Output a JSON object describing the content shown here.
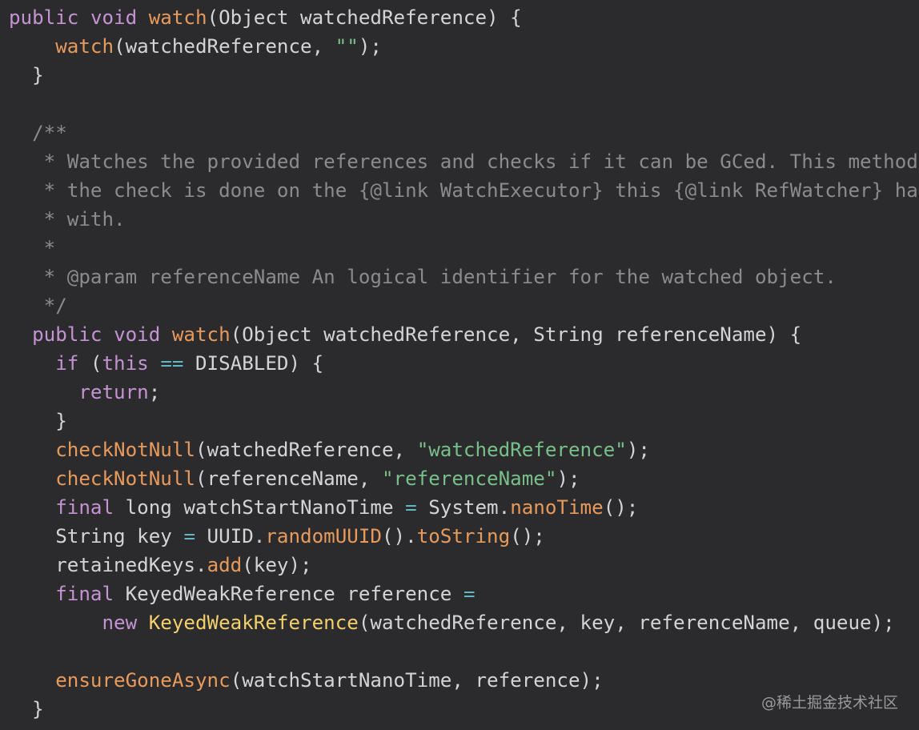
{
  "code_view": {
    "language": "java",
    "colors": {
      "background": "#2b2b2d",
      "plain": "#d4d4d4",
      "keyword": "#c593d3",
      "method": "#e89a5c",
      "class": "#f2d06b",
      "string": "#78c08a",
      "comment": "#8b8b8b",
      "operator": "#5fb8c2"
    },
    "lines": [
      [
        [
          "keyword",
          "public"
        ],
        [
          "plain",
          " "
        ],
        [
          "keyword",
          "void"
        ],
        [
          "plain",
          " "
        ],
        [
          "method",
          "watch"
        ],
        [
          "plain",
          "(Object watchedReference) {"
        ]
      ],
      [
        [
          "plain",
          "    "
        ],
        [
          "method",
          "watch"
        ],
        [
          "plain",
          "(watchedReference, "
        ],
        [
          "string",
          "\"\""
        ],
        [
          "plain",
          ");"
        ]
      ],
      [
        [
          "plain",
          "  }"
        ]
      ],
      [
        [
          "plain",
          ""
        ]
      ],
      [
        [
          "comment",
          "  /**"
        ]
      ],
      [
        [
          "comment",
          "   * Watches the provided references and checks if it can be GCed. This method"
        ]
      ],
      [
        [
          "comment",
          "   * the check is done on the {@link WatchExecutor} this {@link RefWatcher} has"
        ]
      ],
      [
        [
          "comment",
          "   * with."
        ]
      ],
      [
        [
          "comment",
          "   *"
        ]
      ],
      [
        [
          "comment",
          "   * @param referenceName An logical identifier for the watched object."
        ]
      ],
      [
        [
          "comment",
          "   */"
        ]
      ],
      [
        [
          "plain",
          "  "
        ],
        [
          "keyword",
          "public"
        ],
        [
          "plain",
          " "
        ],
        [
          "keyword",
          "void"
        ],
        [
          "plain",
          " "
        ],
        [
          "method",
          "watch"
        ],
        [
          "plain",
          "(Object watchedReference, String referenceName) {"
        ]
      ],
      [
        [
          "plain",
          "    "
        ],
        [
          "keyword",
          "if"
        ],
        [
          "plain",
          " ("
        ],
        [
          "keyword",
          "this"
        ],
        [
          "plain",
          " "
        ],
        [
          "operator",
          "=="
        ],
        [
          "plain",
          " DISABLED) {"
        ]
      ],
      [
        [
          "plain",
          "      "
        ],
        [
          "keyword",
          "return"
        ],
        [
          "plain",
          ";"
        ]
      ],
      [
        [
          "plain",
          "    }"
        ]
      ],
      [
        [
          "plain",
          "    "
        ],
        [
          "method",
          "checkNotNull"
        ],
        [
          "plain",
          "(watchedReference, "
        ],
        [
          "string",
          "\"watchedReference\""
        ],
        [
          "plain",
          ");"
        ]
      ],
      [
        [
          "plain",
          "    "
        ],
        [
          "method",
          "checkNotNull"
        ],
        [
          "plain",
          "(referenceName, "
        ],
        [
          "string",
          "\"referenceName\""
        ],
        [
          "plain",
          ");"
        ]
      ],
      [
        [
          "plain",
          "    "
        ],
        [
          "keyword",
          "final"
        ],
        [
          "plain",
          " long watchStartNanoTime "
        ],
        [
          "operator",
          "="
        ],
        [
          "plain",
          " System."
        ],
        [
          "method",
          "nanoTime"
        ],
        [
          "plain",
          "();"
        ]
      ],
      [
        [
          "plain",
          "    String key "
        ],
        [
          "operator",
          "="
        ],
        [
          "plain",
          " UUID."
        ],
        [
          "method",
          "randomUUID"
        ],
        [
          "plain",
          "()."
        ],
        [
          "method",
          "toString"
        ],
        [
          "plain",
          "();"
        ]
      ],
      [
        [
          "plain",
          "    retainedKeys."
        ],
        [
          "method",
          "add"
        ],
        [
          "plain",
          "(key);"
        ]
      ],
      [
        [
          "plain",
          "    "
        ],
        [
          "keyword",
          "final"
        ],
        [
          "plain",
          " KeyedWeakReference reference "
        ],
        [
          "operator",
          "="
        ]
      ],
      [
        [
          "plain",
          "        "
        ],
        [
          "keyword",
          "new"
        ],
        [
          "plain",
          " "
        ],
        [
          "class",
          "KeyedWeakReference"
        ],
        [
          "plain",
          "(watchedReference, key, referenceName, queue);"
        ]
      ],
      [
        [
          "plain",
          ""
        ]
      ],
      [
        [
          "plain",
          "    "
        ],
        [
          "method",
          "ensureGoneAsync"
        ],
        [
          "plain",
          "(watchStartNanoTime, reference);"
        ]
      ],
      [
        [
          "plain",
          "  }"
        ]
      ]
    ]
  },
  "watermark": {
    "text": "@稀土掘金技术社区"
  }
}
